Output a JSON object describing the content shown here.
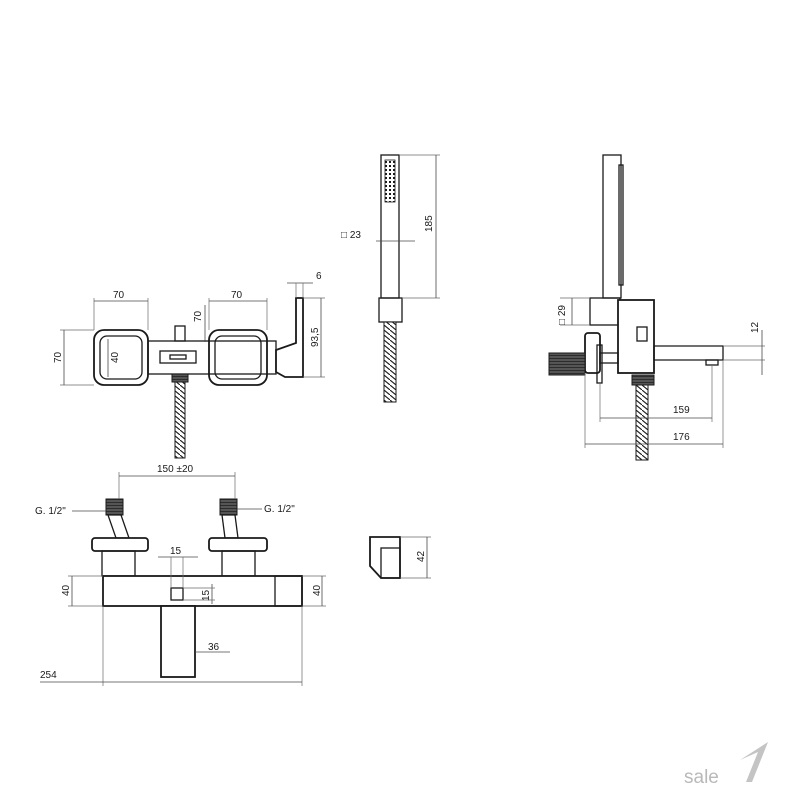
{
  "dimensions": {
    "front_left_width": "70",
    "front_right_width": "70",
    "front_height": "70",
    "front_inner": "40",
    "front_center_height": "70",
    "front_depth": "93,5",
    "front_top_gap": "6",
    "shower_width": "□ 23",
    "shower_length": "185",
    "side_holder": "□ 29",
    "side_spout_top": "12",
    "side_spout_reach": "159",
    "side_total_reach": "176",
    "top_centers": "150 ±20",
    "top_inlet_left": "G. 1/2\"",
    "top_inlet_right": "G. 1/2\"",
    "top_slot_width": "15",
    "top_slot_depth": "15",
    "top_body_height_left": "40",
    "top_body_height_right": "40",
    "top_spout_width": "36",
    "top_total_width": "254",
    "holder_height": "42"
  },
  "brand": {
    "logo_text": "sale"
  }
}
